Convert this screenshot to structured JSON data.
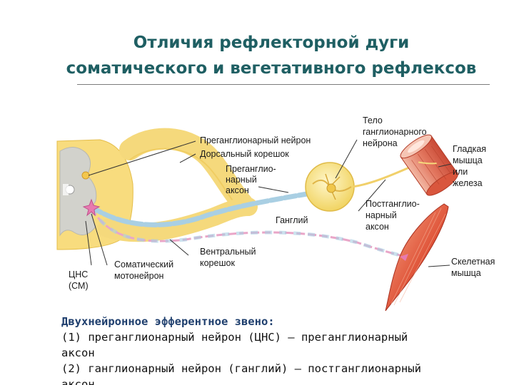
{
  "slide": {
    "title_line1": "Отличия рефлекторной дуги",
    "title_line2": "соматического и вегетативного рефлексов"
  },
  "labels": {
    "preganglionic_neuron": "Преганглионарный нейрон",
    "dorsal_root": "Дорсальный корешок",
    "preganglionic_axon": [
      "Преганглио-",
      "нарный",
      "аксон"
    ],
    "ganglion": "Ганглий",
    "ganglionic_neuron_body": [
      "Тело",
      "ганглионарного",
      "нейрона"
    ],
    "postganglionic_axon": [
      "Постганглио-",
      "нарный",
      "аксон"
    ],
    "smooth_muscle": [
      "Гладкая",
      "мышца",
      "или",
      "железа"
    ],
    "ventral_root": [
      "Вентральный",
      "корешок"
    ],
    "somatic_motoneuron": [
      "Соматический",
      "мотонейрон"
    ],
    "cns": [
      "ЦНС",
      "(СМ)"
    ],
    "skeletal_muscle": [
      "Скелетная",
      "мышца"
    ]
  },
  "caption": {
    "heading": "Двухнейронное эфферентное звено:",
    "line1": "(1) преганглионарный нейрон (ЦНС) – преганглионарный",
    "line2": "аксон",
    "line3": "(2) ганглионарный нейрон (ганглий) – постганглионарный",
    "line4": "аксон"
  },
  "colors": {
    "title": "#1f5f63",
    "nerve": "#f3d57a",
    "myelin_blue": "#a9cfe3",
    "motor_pink": "#e9a6c8",
    "muscle_red": "#d9482e"
  }
}
